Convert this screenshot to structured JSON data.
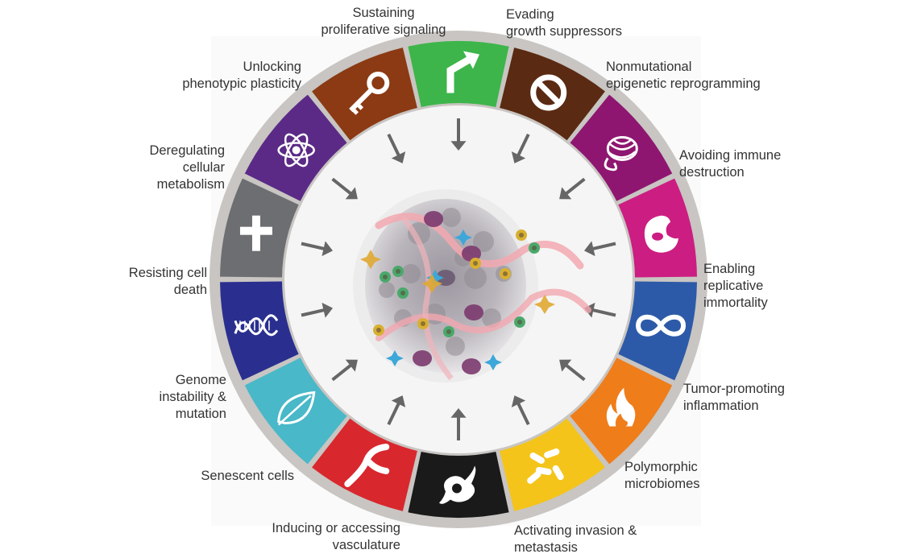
{
  "diagram": {
    "hallmarks": [
      {
        "id": "sustaining-proliferative-signaling",
        "label": "Sustaining\nproliferative signaling",
        "color": "#3db54a",
        "icon": "arrow-up-right-icon"
      },
      {
        "id": "evading-growth-suppressors",
        "label": "Evading\ngrowth suppressors",
        "color": "#5a2a12",
        "icon": "prohibition-icon"
      },
      {
        "id": "nonmutational-epigenetic-reprogramming",
        "label": "Nonmutational\nepigenetic reprogramming",
        "color": "#8e1670",
        "icon": "chromatin-icon"
      },
      {
        "id": "avoiding-immune-destruction",
        "label": "Avoiding immune\ndestruction",
        "color": "#cc1d82",
        "icon": "immune-cell-icon"
      },
      {
        "id": "enabling-replicative-immortality",
        "label": "Enabling\nreplicative\nimmortality",
        "color": "#2d5aa8",
        "icon": "infinity-icon"
      },
      {
        "id": "tumor-promoting-inflammation",
        "label": "Tumor-promoting\ninflammation",
        "color": "#ef7d1a",
        "icon": "flame-icon"
      },
      {
        "id": "polymorphic-microbiomes",
        "label": "Polymorphic\nmicrobiomes",
        "color": "#f4c41a",
        "icon": "bacteria-icon"
      },
      {
        "id": "activating-invasion-metastasis",
        "label": "Activating invasion &\nmetastasis",
        "color": "#1a1a1a",
        "icon": "migrating-cell-icon"
      },
      {
        "id": "inducing-accessing-vasculature",
        "label": "Inducing or accessing\nvasculature",
        "color": "#d9272e",
        "icon": "blood-vessel-icon"
      },
      {
        "id": "senescent-cells",
        "label": "Senescent cells",
        "color": "#49b8c8",
        "icon": "leaf-icon"
      },
      {
        "id": "genome-instability-mutation",
        "label": "Genome\ninstability &\nmutation",
        "color": "#2a2f8f",
        "icon": "dna-icon"
      },
      {
        "id": "resisting-cell-death",
        "label": "Resisting cell\ndeath",
        "color": "#6d6e71",
        "icon": "cross-icon"
      },
      {
        "id": "deregulating-cellular-metabolism",
        "label": "Deregulating\ncellular\nmetabolism",
        "color": "#5b2a86",
        "icon": "atom-icon"
      },
      {
        "id": "unlocking-phenotypic-plasticity",
        "label": "Unlocking\nphenotypic plasticity",
        "color": "#8b3a14",
        "icon": "key-icon"
      }
    ],
    "ring_color": "#c8c5c2",
    "arrow_color": "#666666"
  }
}
